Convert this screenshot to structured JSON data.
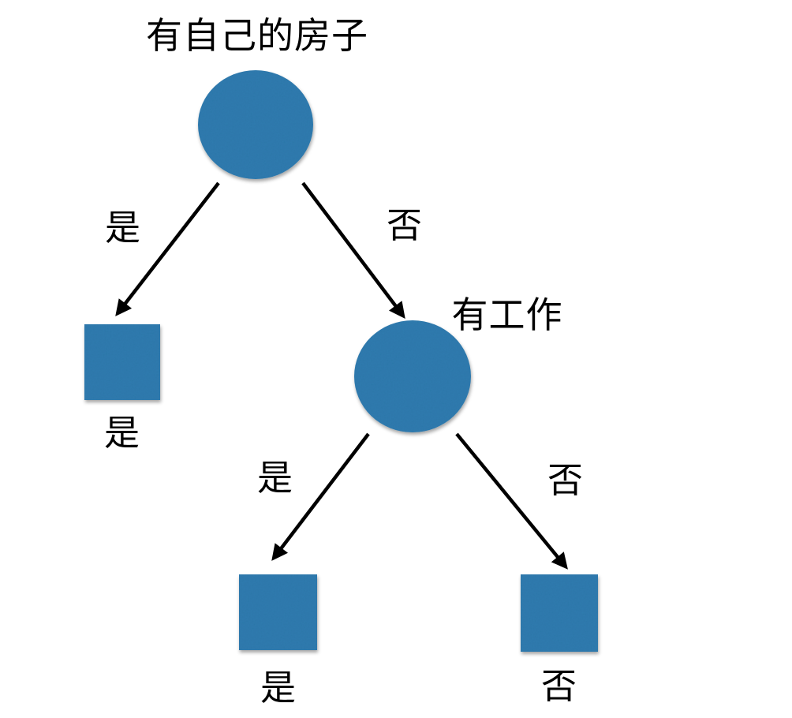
{
  "colors": {
    "node_fill": "#2f7cb0",
    "edge_stroke": "#000000",
    "label_text": "#000000",
    "background": "#ffffff"
  },
  "tree": {
    "root": {
      "question": "有自己的房子",
      "shape": "circle",
      "branches": {
        "yes": {
          "label": "是",
          "leaf": {
            "shape": "square",
            "decision": "是"
          }
        },
        "no": {
          "label": "否",
          "node": {
            "question": "有工作",
            "shape": "circle",
            "branches": {
              "yes": {
                "label": "是",
                "leaf": {
                  "shape": "square",
                  "decision": "是"
                }
              },
              "no": {
                "label": "否",
                "leaf": {
                  "shape": "square",
                  "decision": "否"
                }
              }
            }
          }
        }
      }
    }
  }
}
